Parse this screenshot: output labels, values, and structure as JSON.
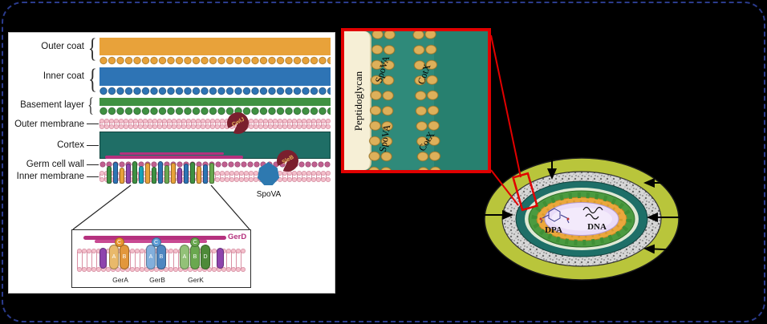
{
  "figure": {
    "left_panel": {
      "labels": {
        "outer_coat": "Outer coat",
        "inner_coat": "Inner coat",
        "basement_layer": "Basement layer",
        "outer_membrane": "Outer membrane",
        "cortex": "Cortex",
        "germ_cell_wall": "Germ cell wall",
        "inner_membrane": "Inner membrane"
      },
      "proteins": {
        "cwlj": "CwlJ",
        "sleb": "SleB",
        "spova": "SpoVA"
      },
      "inset": {
        "gerd": "GerD",
        "gerA": {
          "name": "GerA",
          "cap": "C",
          "sub1": "A",
          "sub2": "B"
        },
        "gerB": {
          "name": "GerB",
          "cap": "C",
          "sub1": "A",
          "sub2": "B"
        },
        "gerK": {
          "name": "GerK",
          "cap": "C",
          "sub1": "A",
          "sub2": "B",
          "sub3": "D"
        }
      }
    },
    "zoom_panel": {
      "peptidoglycan": "Peptidoglycan",
      "spova_top": "SpoVA",
      "spova_bottom": "SpoVA",
      "cotx_top": "CotX",
      "cotx_bottom": "CotX"
    },
    "spore": {
      "dpa": "DPA",
      "dna": "DNA"
    }
  },
  "colors": {
    "outer_coat": "#E8A23A",
    "inner_coat": "#2E74B5",
    "basement_layer": "#3F9142",
    "cortex": "#1F6E66",
    "membrane_pink": "#F3BFCB",
    "protein_maroon": "#7A1F2E",
    "gerd_magenta": "#B5317E",
    "zoom_border_red": "#E10000",
    "frame_dashed_blue": "#2B3B8C",
    "spore_outer_olive": "#B9C53B",
    "spore_gray_ring": "#D6D6D6",
    "spore_teal_ring": "#1E6F68",
    "spore_green_ring": "#4B9B40",
    "spore_orange_ring": "#EBA73C",
    "spore_core_lavender": "#EADCF8",
    "bead_gold": "#DDB05A"
  }
}
